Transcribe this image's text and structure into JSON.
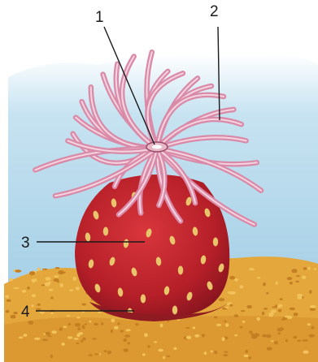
{
  "labels": [
    "1",
    "2",
    "3",
    "4"
  ],
  "colors": {
    "water": "#a9d3e8",
    "sand": "#e0a63a",
    "body": "#c2262d",
    "spots": "#e8c56a",
    "tentacles": "#d98aa8",
    "tentacle_highlight": "#f4d4df",
    "leader_line": "#1a1a1a"
  }
}
